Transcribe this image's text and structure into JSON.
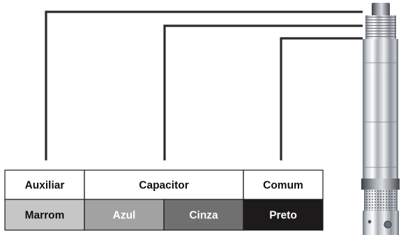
{
  "wiring_table": {
    "header": {
      "auxiliar": "Auxiliar",
      "capacitor": "Capacitor",
      "comum": "Comum"
    },
    "colors": {
      "marrom": "Marrom",
      "azul": "Azul",
      "cinza": "Cinza",
      "preto": "Preto"
    },
    "swatches": {
      "marrom": "#c6c6c6",
      "azul": "#a2a2a2",
      "cinza": "#707070",
      "preto": "#1c1a1b"
    }
  },
  "pump_image": "submersible-pump"
}
